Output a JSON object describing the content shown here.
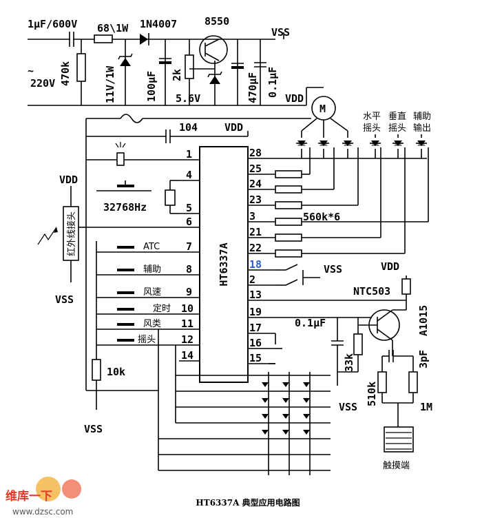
{
  "diagram": {
    "ic": {
      "name": "HT6337A"
    },
    "left_pins": [
      "1",
      "4",
      "5",
      "6",
      "7",
      "8",
      "9",
      "10",
      "11",
      "12",
      "14"
    ],
    "right_pins": [
      "28",
      "25",
      "24",
      "23",
      "3",
      "21",
      "22",
      "18",
      "2",
      "13",
      "19",
      "17",
      "16",
      "15"
    ],
    "components": {
      "cap_600v": "1μF/600V",
      "res_68": "68\\1W",
      "diode": "1N4007",
      "transistor_top": "8550",
      "res_470k": "470k",
      "ac_symbol": "~",
      "ac_voltage": "220V",
      "zener_11v": "11V/1W",
      "cap_100u": "100μF",
      "res_2k": "2k",
      "zener_56": "5.6V",
      "cap_470u": "470μF",
      "cap_01u_top": "0.1μF",
      "cap_104": "104",
      "crystal": "32768Hz",
      "res_560k": "560k*6",
      "ntc": "NTC503",
      "cap_01u_mid": "0.1μF",
      "res_33k": "33k",
      "transistor_a1015": "A1015",
      "cap_3pf": "3pF",
      "res_510k": "510k",
      "res_1m": "1M",
      "res_10k": "10k",
      "motor": "M"
    },
    "rails": {
      "vss_top": "VSS",
      "vdd_top": "VDD",
      "vdd_104": "VDD",
      "vdd_left": "VDD",
      "vss_left": "VSS",
      "vss_bottom": "VSS",
      "vss_pin18": "VSS",
      "vdd_right": "VDD",
      "vss_33k": "VSS"
    },
    "buttons": [
      "ATC",
      "辅助",
      "风速",
      "定时",
      "风类",
      "摇头"
    ],
    "outputs": [
      {
        "line1": "水平",
        "line2": "摇头"
      },
      {
        "line1": "垂直",
        "line2": "摇头"
      },
      {
        "line1": "辅助",
        "line2": "输出"
      }
    ],
    "ir_receiver": "红外线接头",
    "touch_pad": "触摸端",
    "caption": "HT6337A 典型应用电路图"
  },
  "watermark": {
    "brand": "维库一下",
    "url": "www.dzsc.com"
  }
}
